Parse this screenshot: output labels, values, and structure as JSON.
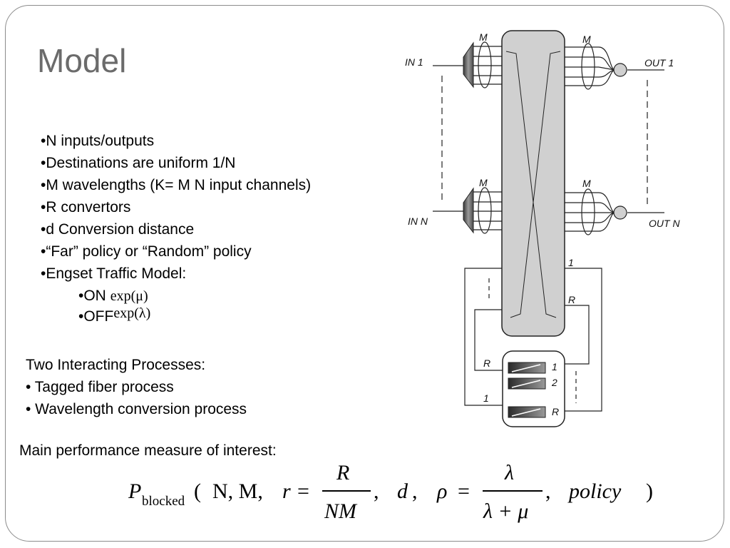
{
  "slide": {
    "title": "Model",
    "bullets": [
      "•N inputs/outputs",
      "•Destinations are uniform 1/N",
      "•M wavelengths   (K= M N  input channels)",
      "•R convertors",
      "•d Conversion distance",
      "•“Far” policy or “Random” policy",
      "•Engset Traffic Model:"
    ],
    "sub_bullets": [
      {
        "label": "•ON",
        "formula": "exp(μ)"
      },
      {
        "label": "•OFF",
        "formula": "exp(λ)"
      }
    ],
    "processes": {
      "heading": "Two Interacting Processes:",
      "items": [
        "• Tagged fiber process",
        "• Wavelength conversion process"
      ]
    },
    "measure_label": "Main performance measure of interest:",
    "formula": {
      "P": "P",
      "sub": "blocked",
      "open": "(",
      "args": "N, M,",
      "r": "r",
      "eq": "=",
      "r_num": "R",
      "r_den": "NM",
      "comma1": ",",
      "d": "d",
      "comma2": ",",
      "rho": "ρ",
      "rho_num": "λ",
      "rho_den": "λ + μ",
      "comma3": ",",
      "policy": "policy",
      "close": ")"
    }
  },
  "diagram": {
    "labels": {
      "in1": "IN 1",
      "inN": "IN N",
      "out1": "OUT 1",
      "outN": "OUT  N",
      "m": "M",
      "one": "1",
      "two": "2",
      "r": "R"
    },
    "colors": {
      "switch_fill": "#d0d0d0",
      "demux_dark": "#555555",
      "line": "#1a1a1a"
    }
  }
}
